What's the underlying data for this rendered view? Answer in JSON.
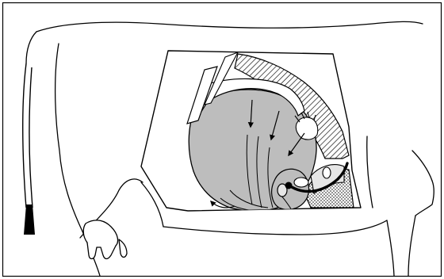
{
  "figure": {
    "subject": "cow-flank-surgical-window",
    "colors": {
      "frame": "#000000",
      "background": "#ffffff",
      "organ_fill": "#bdbdbd",
      "tail_tip": "#000000",
      "marker": "#000000"
    },
    "icons": {
      "arrow": "arrow-icon",
      "hand": "hand-icon",
      "hatching": "hatch-pattern",
      "stipple": "dot-pattern"
    }
  }
}
